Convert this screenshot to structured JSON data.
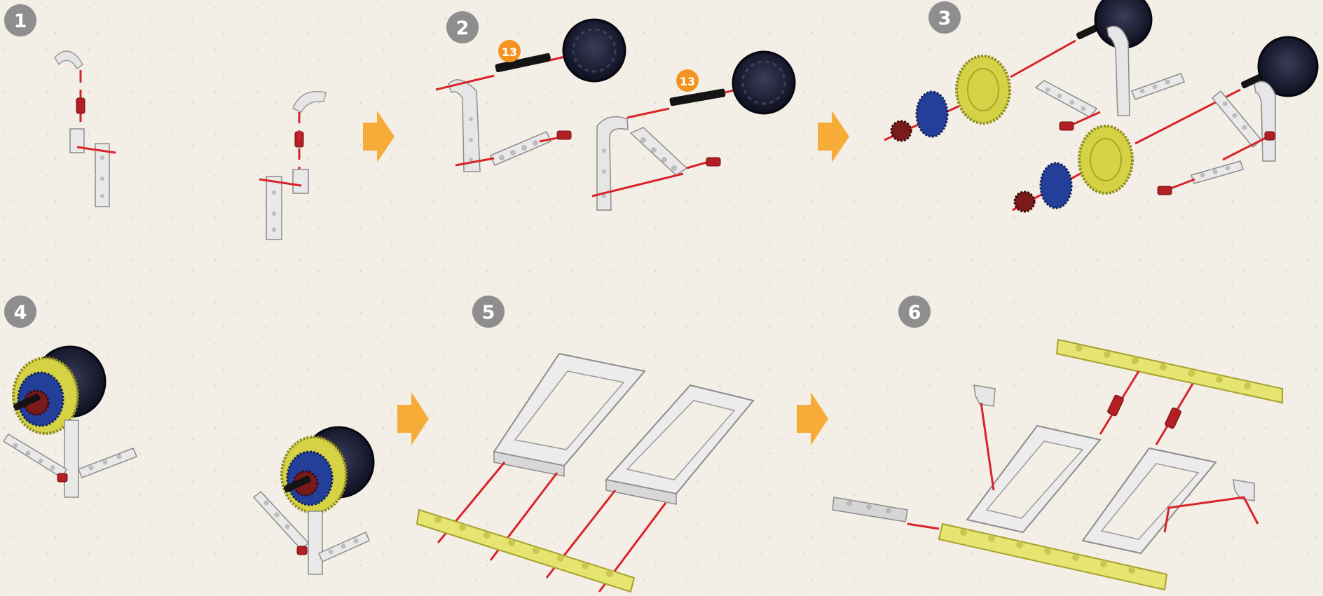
{
  "steps": [
    {
      "number": "1"
    },
    {
      "number": "2"
    },
    {
      "number": "3"
    },
    {
      "number": "4"
    },
    {
      "number": "5"
    },
    {
      "number": "6"
    }
  ],
  "quantity_callouts": [
    {
      "label": "13"
    },
    {
      "label": "13"
    }
  ],
  "colors": {
    "background": "#f4efe6",
    "badge": "#8e8e8e",
    "arrow": "#f7ac3a",
    "guide_line": "#d8232a",
    "quantity": "#f39322",
    "beam_white": "#e9e9e9",
    "beam_yellow": "#e7e572",
    "gear_yellow": "#d5d245",
    "gear_blue": "#233f9a",
    "gear_red": "#7a1a1a",
    "wheel": "#181a30"
  }
}
